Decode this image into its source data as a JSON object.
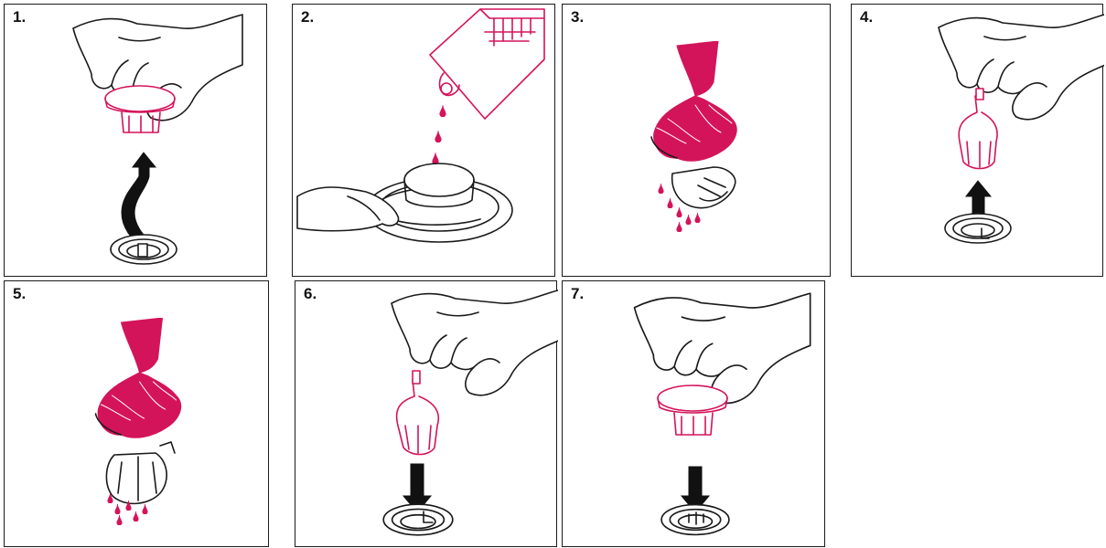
{
  "accent_color": "#d4145a",
  "steps": [
    {
      "number": "1.",
      "icon": "remove-cap-icon"
    },
    {
      "number": "2.",
      "icon": "apply-cleaner-icon"
    },
    {
      "number": "3.",
      "icon": "clean-cap-with-brush-icon"
    },
    {
      "number": "4.",
      "icon": "remove-nozzle-icon"
    },
    {
      "number": "5.",
      "icon": "clean-nozzle-with-brush-icon"
    },
    {
      "number": "6.",
      "icon": "insert-nozzle-icon"
    },
    {
      "number": "7.",
      "icon": "replace-cap-icon"
    }
  ]
}
